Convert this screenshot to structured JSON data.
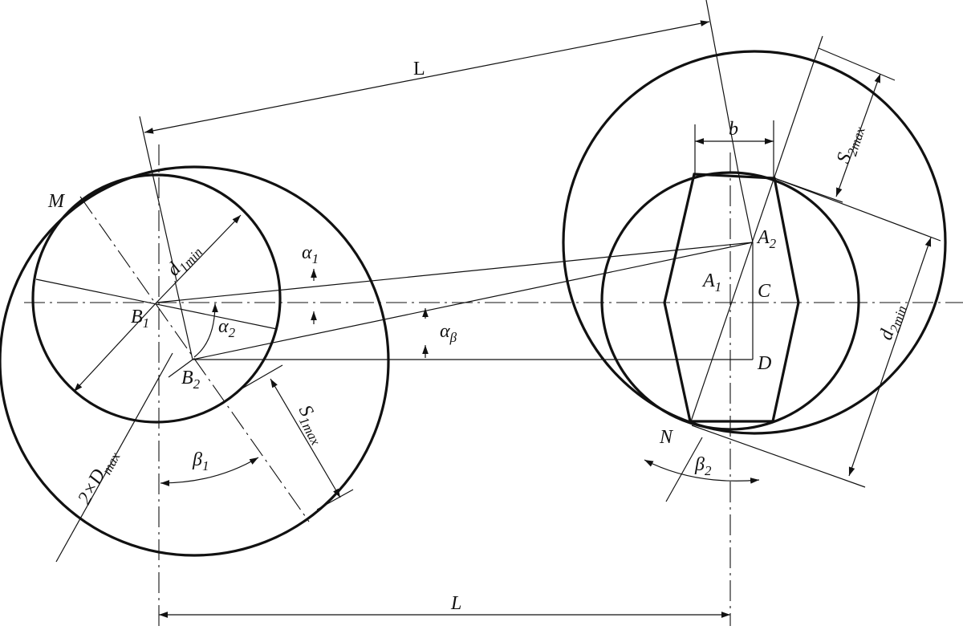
{
  "labels": {
    "L_top": "L",
    "L_bottom": "L",
    "M": "M",
    "N": "N",
    "b": "b",
    "C": "C",
    "D": "D",
    "A1": {
      "main": "A",
      "sub": "1"
    },
    "A2": {
      "main": "A",
      "sub": "2"
    },
    "B1": {
      "main": "B",
      "sub": "1"
    },
    "B2": {
      "main": "B",
      "sub": "2"
    },
    "alpha1": {
      "main": "α",
      "sub": "1"
    },
    "alpha2": {
      "main": "α",
      "sub": "2"
    },
    "alphaB": {
      "main": "α",
      "sub": "β"
    },
    "beta1": {
      "main": "β",
      "sub": "1"
    },
    "beta2": {
      "main": "β",
      "sub": "2"
    },
    "d1min": {
      "main": "d",
      "sub": "1min"
    },
    "d2min": {
      "main": "d",
      "sub": "2min"
    },
    "S1max": {
      "main": "S",
      "sub": "1max"
    },
    "S2max": {
      "main": "S",
      "sub": "2max"
    },
    "Dmax": {
      "pre": "2×",
      "main": "D",
      "sub": "max"
    }
  }
}
